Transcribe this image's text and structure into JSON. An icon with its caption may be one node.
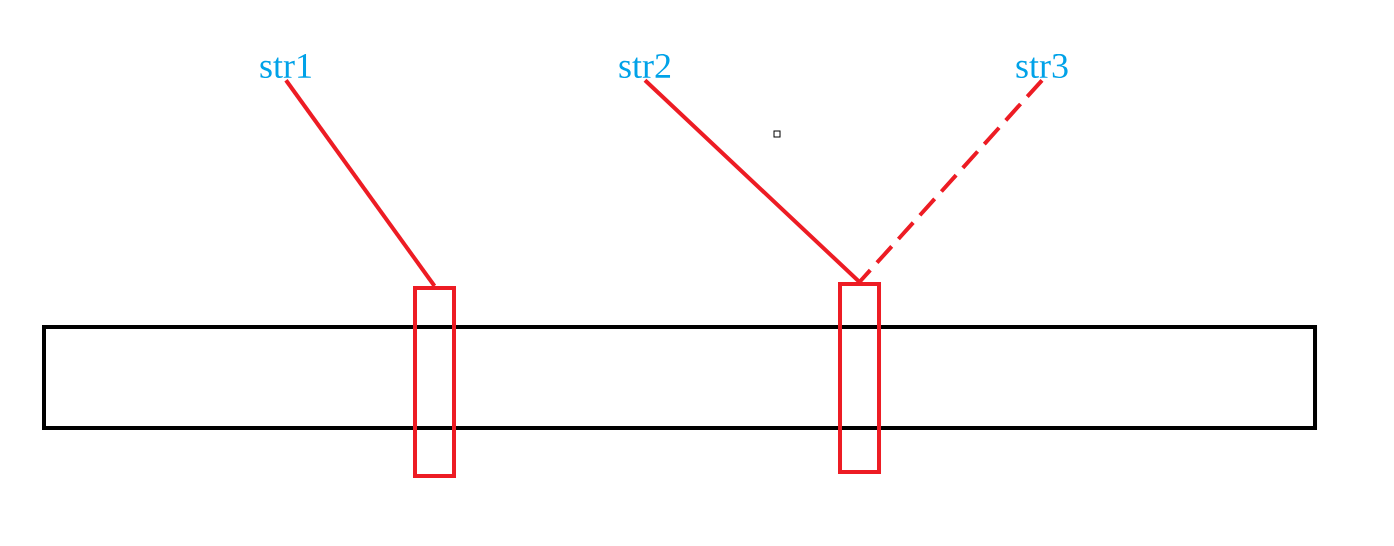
{
  "diagram": {
    "nodes": [
      {
        "text": [
          "str1"
        ]
      },
      {
        "text": [
          "str2"
        ]
      },
      {
        "text": [
          "str3"
        ]
      },
      {
        "text": [],
        "shape": "box"
      },
      {
        "text": [],
        "shape": "box"
      },
      {
        "text": [],
        "shape": "box"
      }
    ],
    "edges": [
      {
        "from": 0,
        "to": 4,
        "arrow": "none"
      },
      {
        "from": 1,
        "to": 5,
        "arrow": "none"
      },
      {
        "from": 2,
        "to": 5,
        "arrow": "none",
        "style": "dashed"
      }
    ]
  }
}
